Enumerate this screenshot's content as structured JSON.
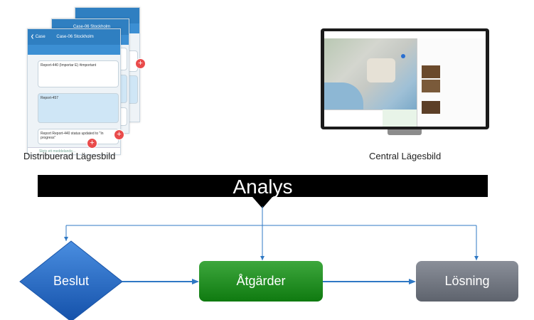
{
  "captions": {
    "distributed": "Distribuerad Lägesbild",
    "central": "Central Lägesbild"
  },
  "flow": {
    "top": "Analys",
    "decision": "Beslut",
    "action": "Åtgärder",
    "result": "Lösning"
  },
  "phone": {
    "header": "Case-06 Stockholm",
    "back": "Case",
    "cards": [
      "Report-440 (Importar E) #important",
      "Report-457",
      "Report Report-440 status updated to \"In progress\""
    ],
    "footer": "Skriv ett meddelande..."
  },
  "colors": {
    "decision": "#1f62c0",
    "action": "#1f8a1f",
    "result": "#6f747e",
    "connector": "#2f78c4",
    "phone_header": "#2f7fc1"
  }
}
